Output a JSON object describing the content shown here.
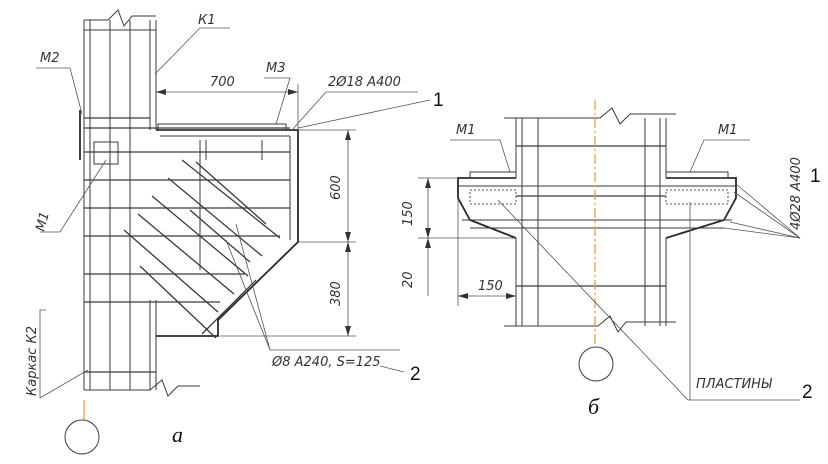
{
  "colors": {
    "axis": "#e8a23c",
    "line": "#3a3a3a"
  },
  "left": {
    "caption": "а",
    "labels": {
      "k1": "К1",
      "m2": "М2",
      "m3": "М3",
      "m1": "М1",
      "rebar_top": "2Ø18 А400",
      "stirrups": "Ø8 А240, S=125",
      "frame": "Каркас К2"
    },
    "dims": {
      "width": "700",
      "upper": "600",
      "lower": "380"
    },
    "callouts": {
      "one": "1",
      "two": "2"
    }
  },
  "right": {
    "caption": "б",
    "labels": {
      "m1_left": "М1",
      "m1_right": "М1",
      "rebar": "4Ø28 А400",
      "plates": "ПЛАСТИНЫ"
    },
    "dims": {
      "h150": "150",
      "h20": "20",
      "w150": "150"
    },
    "callouts": {
      "one": "1",
      "two": "2"
    }
  }
}
